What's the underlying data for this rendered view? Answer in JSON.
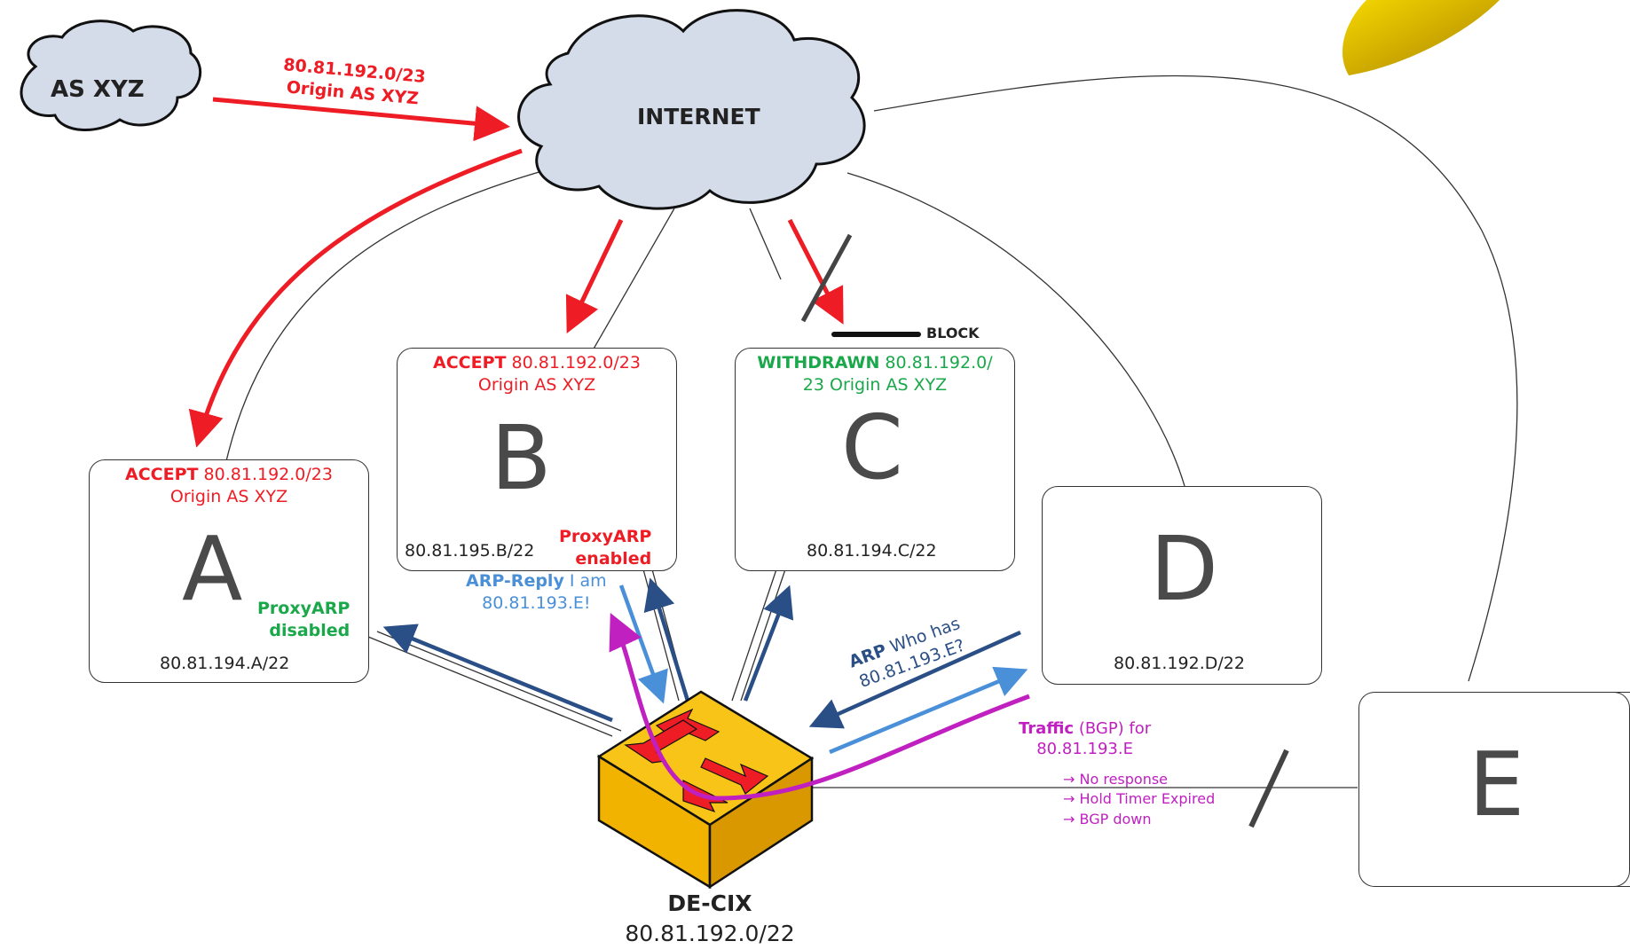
{
  "clouds": {
    "as_xyz": "AS XYZ",
    "internet": "INTERNET"
  },
  "announcement": {
    "prefix": "80.81.192.0/23",
    "origin": "Origin AS XYZ"
  },
  "block_label": "BLOCK",
  "routers": {
    "a": {
      "letter": "A",
      "accept_kw": "ACCEPT",
      "accept_rest": "80.81.192.0/23",
      "accept_line2": "Origin AS XYZ",
      "proxyarp_line1": "ProxyARP",
      "proxyarp_line2": "disabled",
      "address": "80.81.194.A/22"
    },
    "b": {
      "letter": "B",
      "accept_kw": "ACCEPT",
      "accept_rest": "80.81.192.0/23",
      "accept_line2": "Origin AS XYZ",
      "proxyarp_line1": "ProxyARP",
      "proxyarp_line2": "enabled",
      "address": "80.81.195.B/22"
    },
    "c": {
      "letter": "C",
      "withdrawn_kw": "WITHDRAWN",
      "withdrawn_rest": "80.81.192.0/",
      "withdrawn_line2": "23 Origin AS XYZ",
      "address": "80.81.194.C/22"
    },
    "d": {
      "letter": "D",
      "address": "80.81.192.D/22"
    },
    "e": {
      "letter": "E"
    }
  },
  "arp_reply": {
    "kw": "ARP-Reply",
    "rest": "I am",
    "line2": "80.81.193.E!"
  },
  "arp_who": {
    "kw": "ARP",
    "rest": "Who has",
    "line2": "80.81.193.E?"
  },
  "traffic": {
    "kw": "Traffic",
    "rest": "(BGP) for",
    "line2": "80.81.193.E",
    "notes": [
      "→ No response",
      "→ Hold Timer Expired",
      "→ BGP down"
    ]
  },
  "switch": {
    "name": "DE-CIX",
    "prefix": "80.81.192.0/22"
  },
  "colors": {
    "announce_red": "#ee1c24",
    "withdrawn_green": "#1aa84a",
    "arp_dark_blue": "#2a4f86",
    "arp_light_blue": "#4a90d9",
    "traffic_magenta": "#c020c0",
    "switch_orange": "#f5b400",
    "cloud_fill": "#d4dcea"
  }
}
